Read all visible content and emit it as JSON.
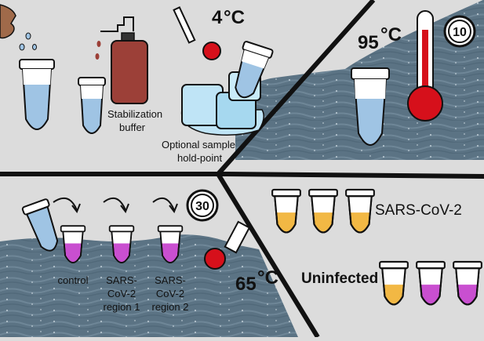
{
  "panels": {
    "collection": {
      "buffer_label_line1": "Stabilization",
      "buffer_label_line2": "buffer",
      "temperature": "4",
      "temperature_unit": "°C",
      "holdpoint_line1": "Optional sample",
      "holdpoint_line2": "hold-point"
    },
    "heat": {
      "temperature": "95",
      "temperature_unit": "°C",
      "timer": "10"
    },
    "lamp": {
      "timer": "30",
      "temperature": "65",
      "temperature_unit": "°C",
      "tubes": [
        {
          "line1": "control",
          "line2": "",
          "line3": "",
          "liquid": "magenta"
        },
        {
          "line1": "SARS-",
          "line2": "CoV-2",
          "line3": "region 1",
          "liquid": "magenta"
        },
        {
          "line1": "SARS-",
          "line2": "CoV-2",
          "line3": "region 2",
          "liquid": "magenta"
        }
      ]
    },
    "results": {
      "positive_label": "SARS-CoV-2",
      "negative_label": "Uninfected",
      "positive_tubes": [
        "yellow",
        "yellow",
        "yellow"
      ],
      "negative_tubes": [
        "yellow",
        "magenta",
        "magenta"
      ]
    }
  },
  "colors": {
    "background": "#dcdcdc",
    "water": "#5b7384",
    "sample_blue": "#9fc4e4",
    "magenta": "#c94fd0",
    "yellow": "#f2b844",
    "thermo_red": "#d6101b",
    "bottle": "#9c4038",
    "ice": "#bfe4f6"
  }
}
